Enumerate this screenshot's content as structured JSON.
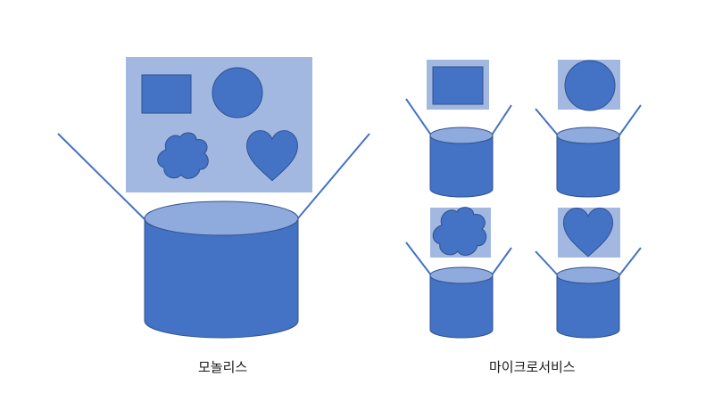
{
  "labels": {
    "monolith": "모놀리스",
    "microservices": "마이크로서비스"
  },
  "colors": {
    "panel": "#a2b8e1",
    "shape": "#4472c4",
    "shape_stroke": "#2f528f",
    "cylinder_top": "#8faadc",
    "line": "#4472c4"
  },
  "monolith": {
    "shapes": [
      "rectangle",
      "circle",
      "cloud",
      "heart"
    ]
  },
  "microservices": {
    "services": [
      {
        "shape": "rectangle"
      },
      {
        "shape": "circle"
      },
      {
        "shape": "cloud"
      },
      {
        "shape": "heart"
      }
    ]
  }
}
